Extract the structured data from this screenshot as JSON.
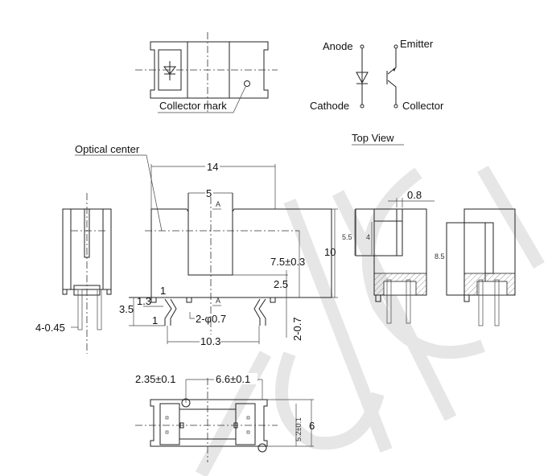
{
  "top_view": {
    "collector_mark_label": "Collector mark",
    "caption": "Top View"
  },
  "schematic": {
    "anode": "Anode",
    "cathode": "Cathode",
    "emitter": "Emitter",
    "collector": "Collector"
  },
  "front_view": {
    "optical_center_label": "Optical center",
    "dim_width": "14",
    "dim_slot": "5",
    "dim_height": "10",
    "dim_center_height": "7.5±0.3",
    "dim_slot_bottom": "2.5",
    "dim_lead_pitch": "10.3",
    "dim_lead_dia": "2-φ0.7",
    "dim_lead_len": "3.5",
    "dim_13": "1.3",
    "dim_1a": "1",
    "dim_1b": "1",
    "dim_2_07": "2-0.7",
    "section_a_top": "A",
    "section_a_bottom": "A"
  },
  "side_view": {
    "dim_lead_width": "4-0.45"
  },
  "section_views": {
    "dim_08": "0.8",
    "dim_55": "5.5",
    "dim_4": "4",
    "dim_85": "8.5"
  },
  "bottom_view": {
    "dim_235": "2.35±0.1",
    "dim_66": "6.6±0.1",
    "dim_52": "5.2±0.1",
    "dim_6": "6"
  }
}
